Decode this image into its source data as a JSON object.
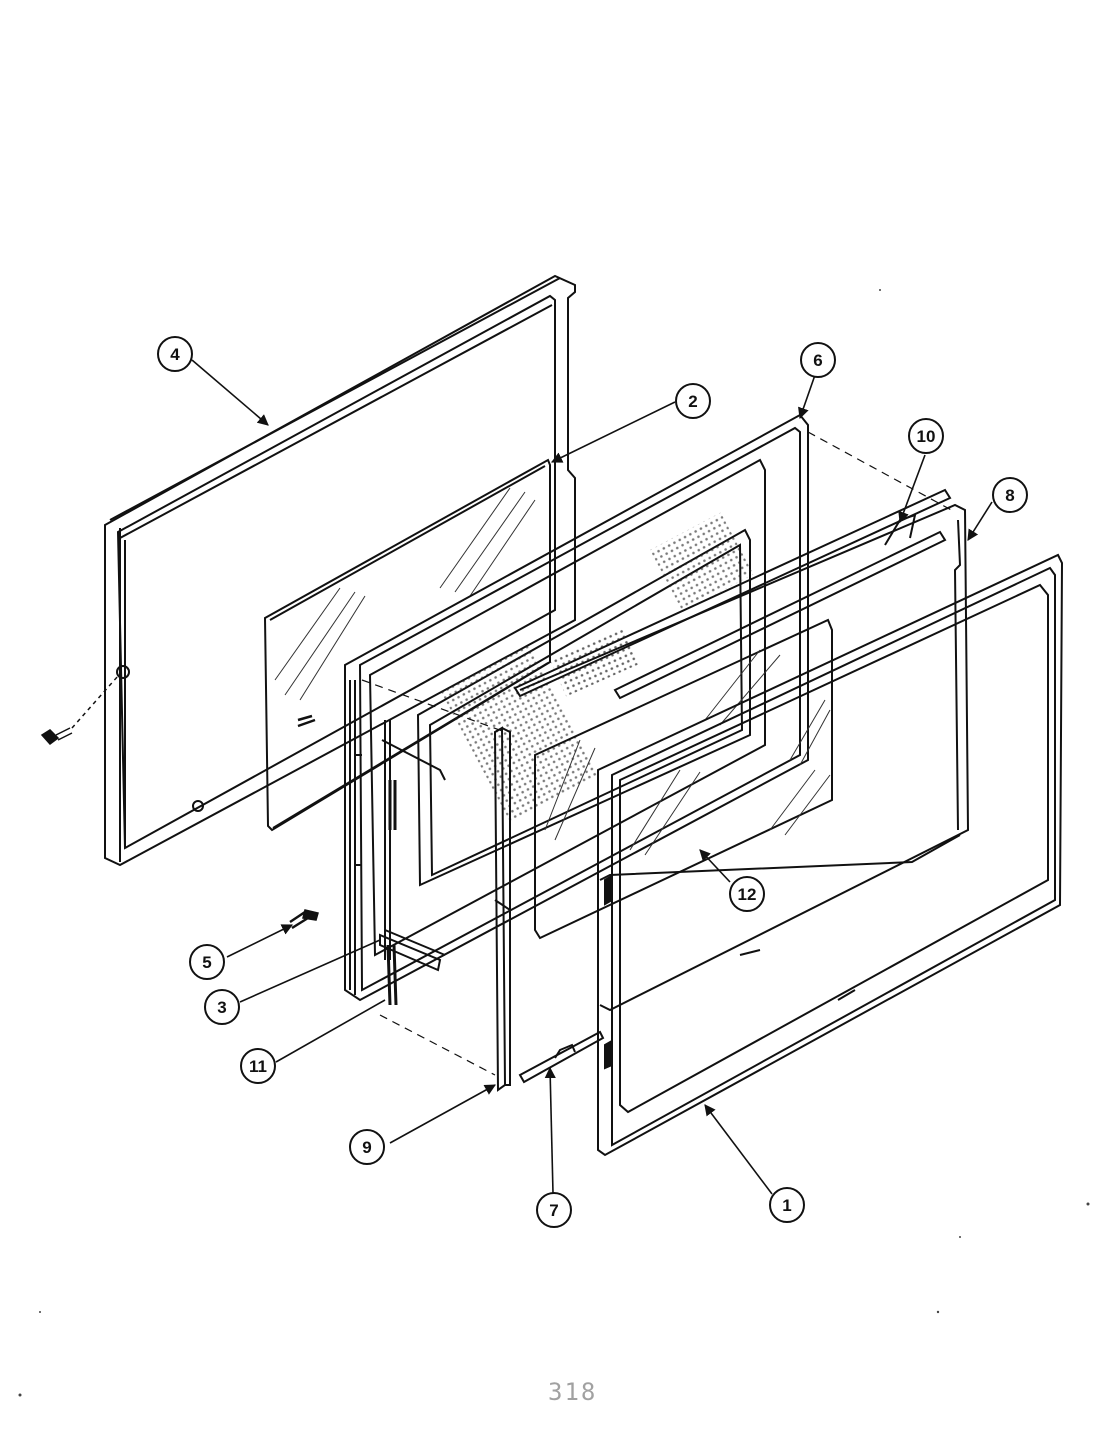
{
  "diagram": {
    "style": {
      "line_color": "#111111",
      "background": "#ffffff",
      "glass_hatch": "#333333"
    },
    "callouts": [
      {
        "id": "callout-1",
        "label": "1"
      },
      {
        "id": "callout-2",
        "label": "2"
      },
      {
        "id": "callout-3",
        "label": "3"
      },
      {
        "id": "callout-4",
        "label": "4"
      },
      {
        "id": "callout-5",
        "label": "5"
      },
      {
        "id": "callout-6",
        "label": "6"
      },
      {
        "id": "callout-7",
        "label": "7"
      },
      {
        "id": "callout-8",
        "label": "8"
      },
      {
        "id": "callout-9",
        "label": "9"
      },
      {
        "id": "callout-10",
        "label": "10"
      },
      {
        "id": "callout-11",
        "label": "11"
      },
      {
        "id": "callout-12",
        "label": "12"
      }
    ],
    "footer_code": "318"
  }
}
